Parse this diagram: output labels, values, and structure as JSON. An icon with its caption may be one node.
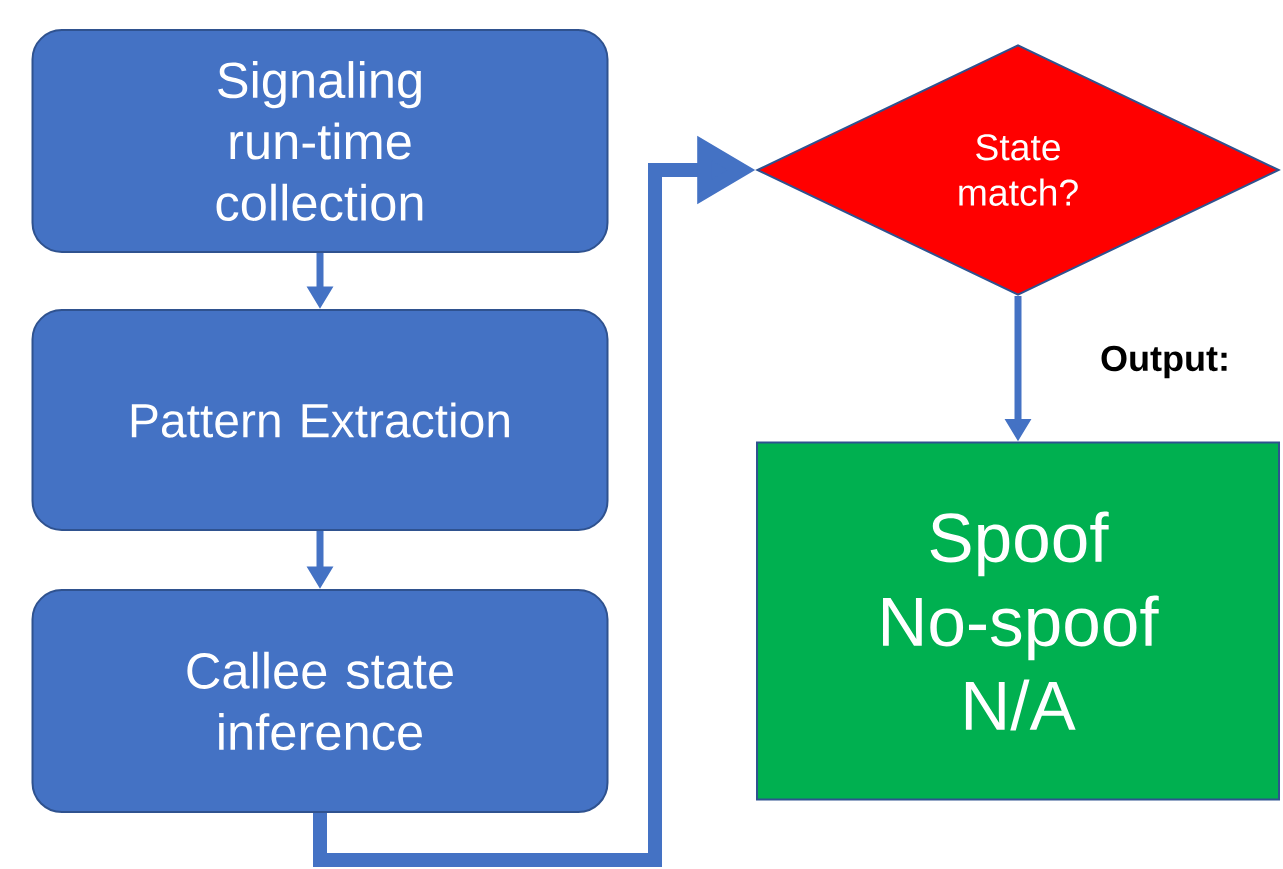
{
  "diagram": {
    "nodes": [
      {
        "text": [
          "Signaling run-time collection"
        ]
      },
      {
        "text": [
          "Pattern Extraction"
        ]
      },
      {
        "text": [
          "Callee state inference"
        ]
      },
      {
        "text": [
          "State match?"
        ]
      },
      {
        "text": [
          "Spoof",
          "No-spoof",
          "N/A"
        ]
      }
    ],
    "edges": [
      {
        "from": 0,
        "to": 1,
        "arrow": "to"
      },
      {
        "from": 1,
        "to": 2,
        "arrow": "to"
      },
      {
        "from": 2,
        "to": 3,
        "arrow": "to",
        "style": "thick"
      },
      {
        "from": 3,
        "to": 4,
        "arrow": "to",
        "label": "Output:"
      }
    ]
  }
}
